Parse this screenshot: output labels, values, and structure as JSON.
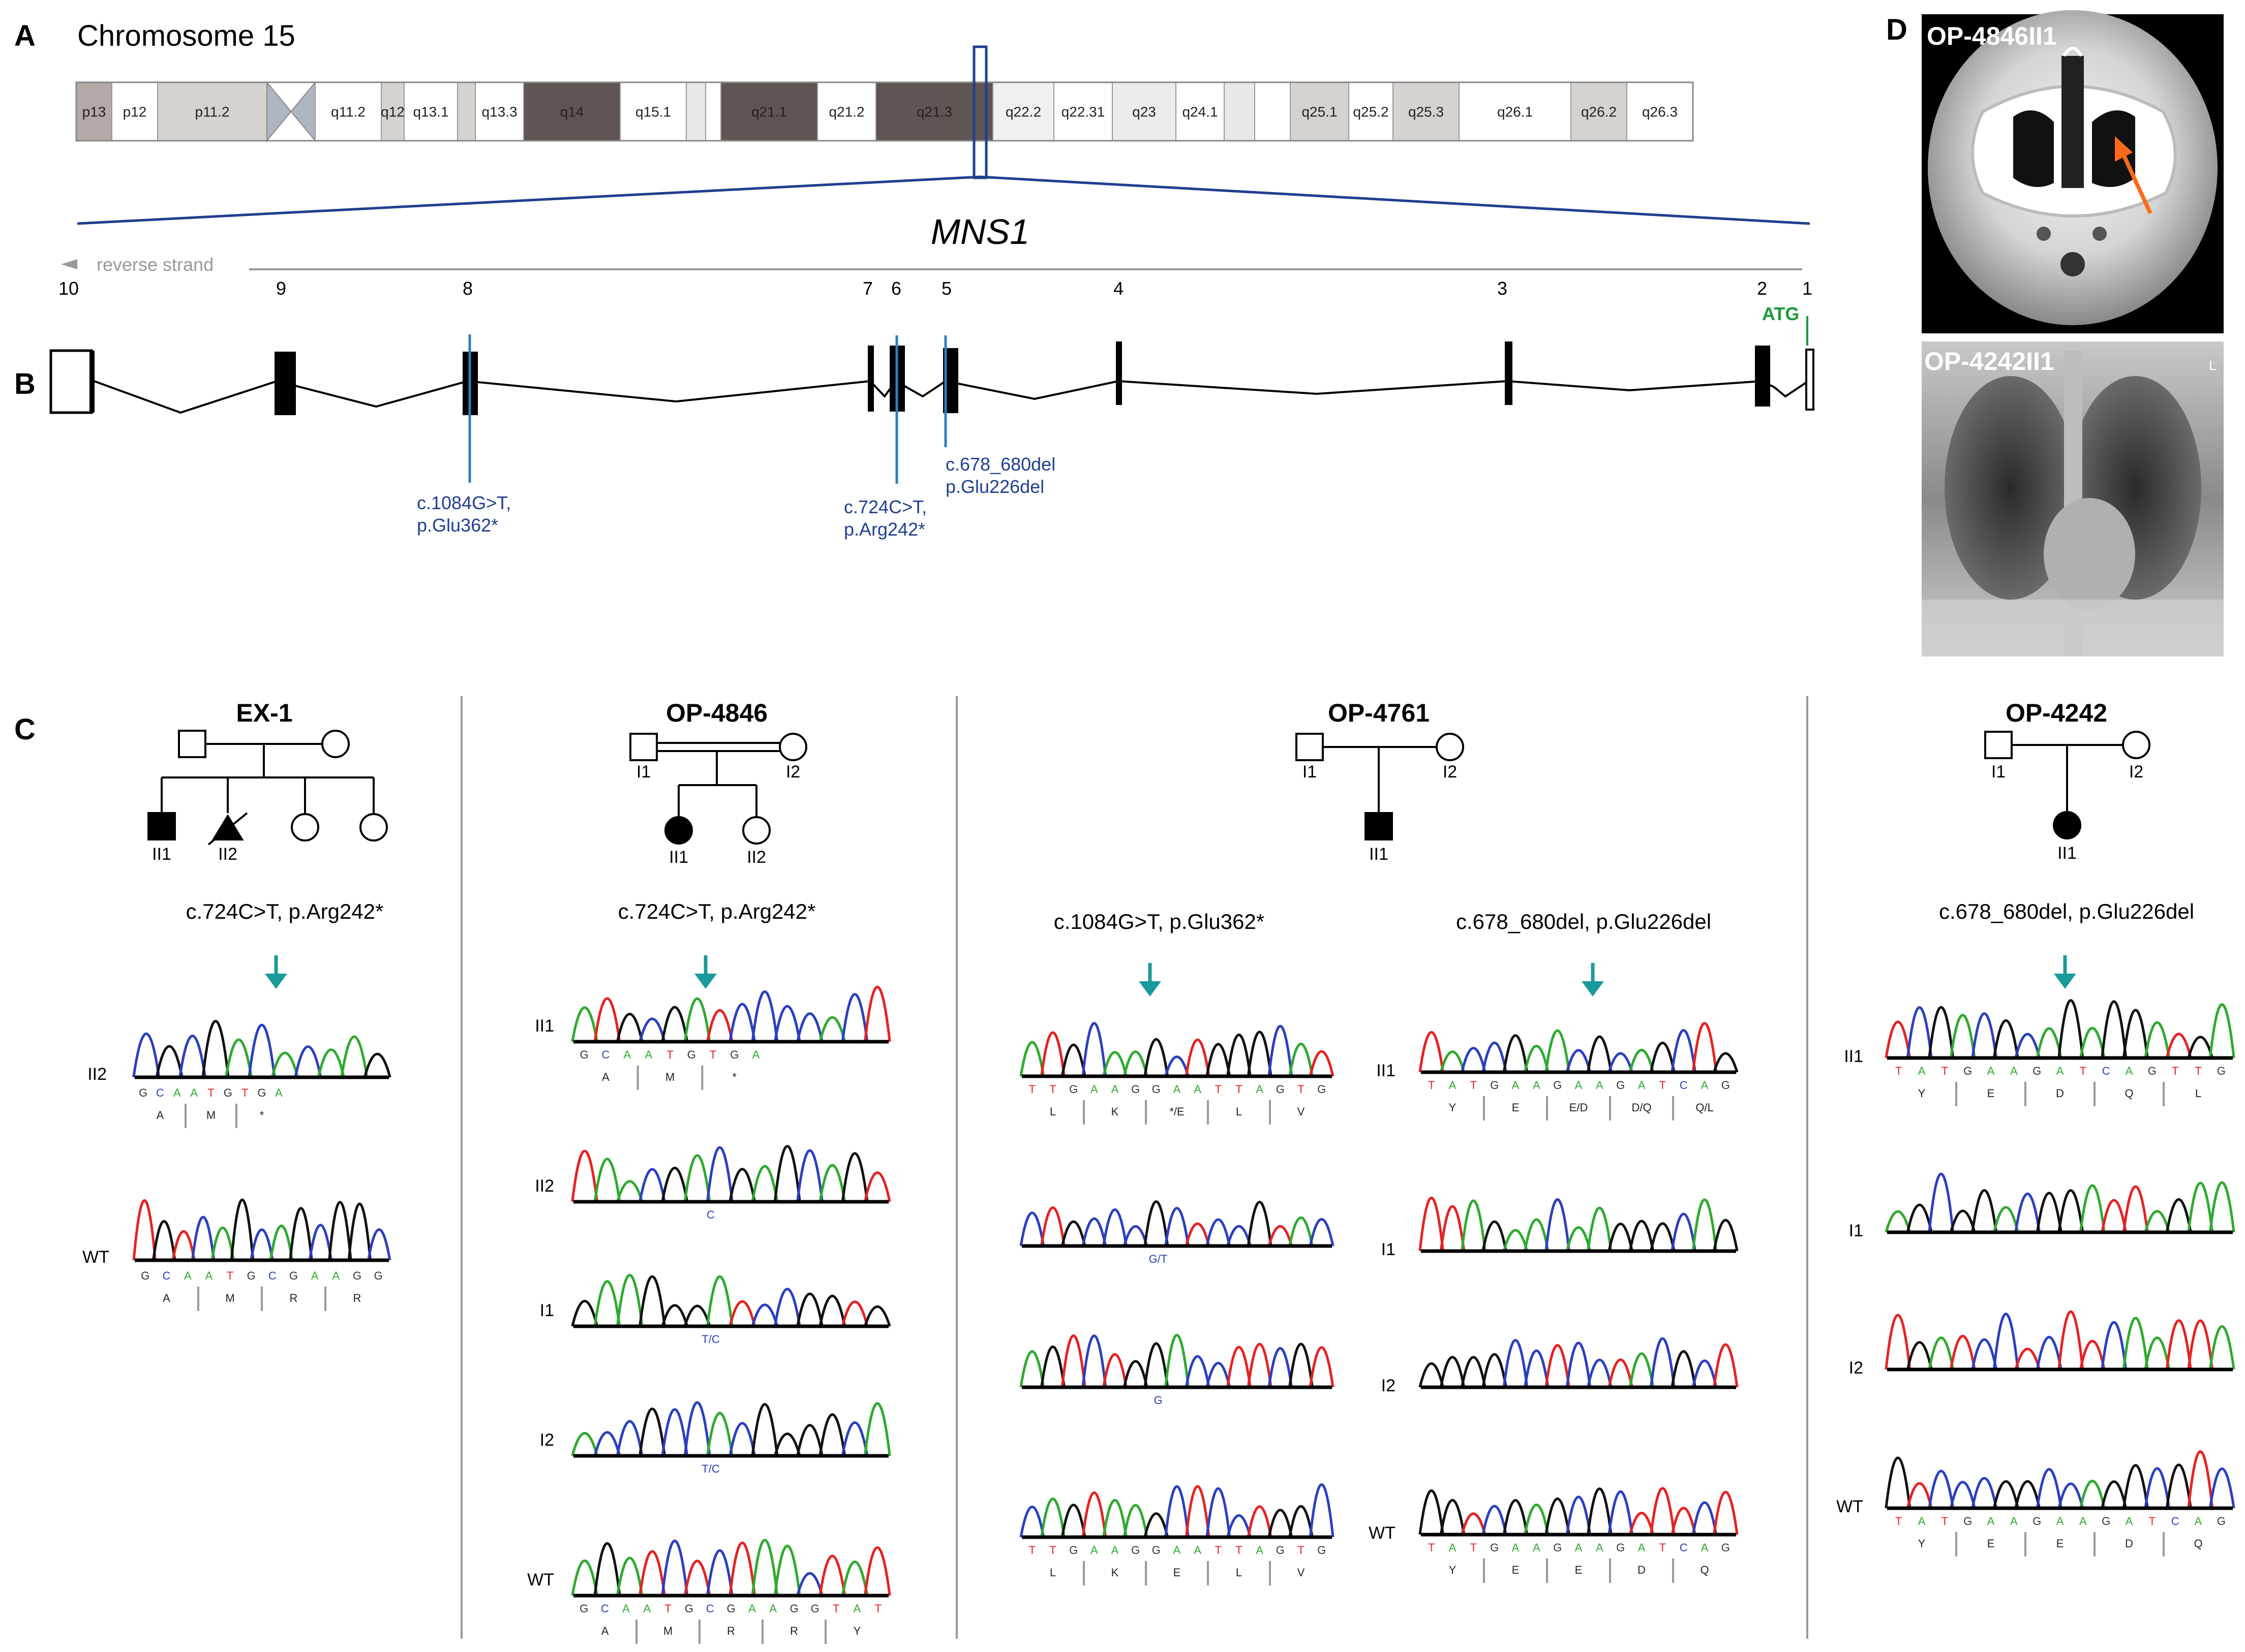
{
  "panels": {
    "A": "A",
    "B": "B",
    "C": "C",
    "D": "D"
  },
  "chromosome": {
    "title": "Chromosome 15",
    "bands": [
      {
        "label": "p13",
        "color": "#b3a9a6"
      },
      {
        "label": "p12",
        "color": "#ffffff"
      },
      {
        "label": "p11.2",
        "color": "#d6d2d0"
      },
      {
        "label": "",
        "color": "#ffffff"
      },
      {
        "label": "q11.2",
        "color": "#ffffff"
      },
      {
        "label": "q12",
        "color": "#d6d2d0"
      },
      {
        "label": "q13.1",
        "color": "#ffffff"
      },
      {
        "label": "",
        "color": "#d6d2d0"
      },
      {
        "label": "q13.3",
        "color": "#ffffff"
      },
      {
        "label": "q14",
        "color": "#5f5553"
      },
      {
        "label": "q15.1",
        "color": "#ffffff"
      },
      {
        "label": "",
        "color": "#e8e8e8"
      },
      {
        "label": "",
        "color": "#ffffff"
      },
      {
        "label": "q21.1",
        "color": "#5f5553"
      },
      {
        "label": "q21.2",
        "color": "#ffffff"
      },
      {
        "label": "q21.3",
        "color": "#5f5553"
      },
      {
        "label": "q22.2",
        "color": "#f0f0f0"
      },
      {
        "label": "q22.31",
        "color": "#ffffff"
      },
      {
        "label": "q23",
        "color": "#ececec"
      },
      {
        "label": "q24.1",
        "color": "#ffffff"
      },
      {
        "label": "",
        "color": "#e8e8e8"
      },
      {
        "label": "",
        "color": "#ffffff"
      },
      {
        "label": "q25.1",
        "color": "#d6d2d0"
      },
      {
        "label": "q25.2",
        "color": "#ffffff"
      },
      {
        "label": "q25.3",
        "color": "#d6d2d0"
      },
      {
        "label": "q26.1",
        "color": "#ffffff"
      },
      {
        "label": "q26.2",
        "color": "#d6d2d0"
      },
      {
        "label": "q26.3",
        "color": "#ffffff"
      }
    ],
    "highlight_color": "#1f3f8f"
  },
  "gene": {
    "name": "MNS1",
    "strand_label": "reverse strand",
    "exon_numbers": [
      "10",
      "9",
      "8",
      "7",
      "6",
      "5",
      "4",
      "3",
      "2",
      "1"
    ],
    "start_codon": "ATG",
    "variants": [
      {
        "line1": "c.1084G>T,",
        "line2": "p.Glu362*"
      },
      {
        "line1": "c.724C>T,",
        "line2": "p.Arg242*"
      },
      {
        "line1": "c.678_680del",
        "line2": "p.Glu226del"
      }
    ],
    "variant_color": "#2a7fbf"
  },
  "families": [
    {
      "id": "EX-1",
      "members": [
        "II1",
        "II2"
      ],
      "mutation": "c.724C>T, p.Arg242*",
      "tracks": [
        {
          "label": "II2",
          "bases": [
            "G",
            "C",
            "A",
            "A",
            "T",
            "G",
            "T",
            "G",
            "A"
          ],
          "aa": [
            "A",
            "M",
            "*"
          ]
        },
        {
          "label": "WT",
          "bases": [
            "G",
            "C",
            "A",
            "A",
            "T",
            "G",
            "C",
            "G",
            "A",
            "A",
            "G",
            "G"
          ],
          "aa": [
            "A",
            "M",
            "R",
            "R"
          ]
        }
      ]
    },
    {
      "id": "OP-4846",
      "members": [
        "I1",
        "I2",
        "II1",
        "II2"
      ],
      "mutation": "c.724C>T, p.Arg242*",
      "tracks": [
        {
          "label": "II1",
          "bases": [
            "G",
            "C",
            "A",
            "A",
            "T",
            "G",
            "T",
            "G",
            "A"
          ],
          "aa": [
            "A",
            "M",
            "*"
          ]
        },
        {
          "label": "II2",
          "bases": [],
          "aa": [],
          "call": "C"
        },
        {
          "label": "I1",
          "bases": [],
          "aa": [],
          "call": "T/C"
        },
        {
          "label": "I2",
          "bases": [],
          "aa": [],
          "call": "T/C"
        },
        {
          "label": "WT",
          "bases": [
            "G",
            "C",
            "A",
            "A",
            "T",
            "G",
            "C",
            "G",
            "A",
            "A",
            "G",
            "G",
            "T",
            "A",
            "T"
          ],
          "aa": [
            "A",
            "M",
            "R",
            "R",
            "Y"
          ]
        }
      ]
    },
    {
      "id": "OP-4761",
      "members": [
        "I1",
        "I2",
        "II1"
      ],
      "mutations": [
        "c.1084G>T, p.Glu362*",
        "c.678_680del, p.Glu226del"
      ],
      "tracks_left": [
        {
          "label": "",
          "bases": [
            "T",
            "T",
            "G",
            "A",
            "A",
            "G",
            "G",
            "A",
            "A",
            "T",
            "T",
            "A",
            "G",
            "T",
            "G"
          ],
          "aa": [
            "L",
            "K",
            "*/E",
            "L",
            "V"
          ]
        },
        {
          "label": "",
          "bases": [],
          "aa": [],
          "call": "G/T"
        },
        {
          "label": "",
          "bases": [],
          "aa": [],
          "call": "G"
        },
        {
          "label": "",
          "bases": [
            "T",
            "T",
            "G",
            "A",
            "A",
            "G",
            "G",
            "A",
            "A",
            "T",
            "T",
            "A",
            "G",
            "T",
            "G"
          ],
          "aa": [
            "L",
            "K",
            "E",
            "L",
            "V"
          ]
        }
      ],
      "tracks_right": [
        {
          "label": "II1",
          "bases": [
            "T",
            "A",
            "T",
            "G",
            "A",
            "A",
            "G",
            "A",
            "A",
            "G",
            "A",
            "T",
            "C",
            "A",
            "G"
          ],
          "aa": [
            "Y",
            "E",
            "E/D",
            "D/Q",
            "Q/L"
          ]
        },
        {
          "label": "I1",
          "bases": [],
          "aa": []
        },
        {
          "label": "I2",
          "bases": [],
          "aa": []
        },
        {
          "label": "WT",
          "bases": [
            "T",
            "A",
            "T",
            "G",
            "A",
            "A",
            "G",
            "A",
            "A",
            "G",
            "A",
            "T",
            "C",
            "A",
            "G"
          ],
          "aa": [
            "Y",
            "E",
            "E",
            "D",
            "Q"
          ]
        }
      ]
    },
    {
      "id": "OP-4242",
      "members": [
        "I1",
        "I2",
        "II1"
      ],
      "mutation": "c.678_680del, p.Glu226del",
      "tracks": [
        {
          "label": "II1",
          "bases": [
            "T",
            "A",
            "T",
            "G",
            "A",
            "A",
            "G",
            "A",
            "T",
            "C",
            "A",
            "G",
            "T",
            "T",
            "G"
          ],
          "aa": [
            "Y",
            "E",
            "D",
            "Q",
            "L"
          ]
        },
        {
          "label": "I1",
          "bases": [],
          "aa": []
        },
        {
          "label": "I2",
          "bases": [],
          "aa": []
        },
        {
          "label": "WT",
          "bases": [
            "T",
            "A",
            "T",
            "G",
            "A",
            "A",
            "G",
            "A",
            "A",
            "G",
            "A",
            "T",
            "C",
            "A",
            "G"
          ],
          "aa": [
            "Y",
            "E",
            "E",
            "D",
            "Q"
          ]
        }
      ]
    }
  ],
  "images": [
    {
      "label": "OP-4846II1"
    },
    {
      "label": "OP-4242II1",
      "corner_mark": "L"
    }
  ],
  "colors": {
    "trace_A": "#2eaa2e",
    "trace_C": "#2a3fbf",
    "trace_G": "#111111",
    "trace_T": "#e52222",
    "arrow": "#1a9a9a",
    "ct_arrow": "#ff6a1a",
    "divider": "#999999"
  }
}
